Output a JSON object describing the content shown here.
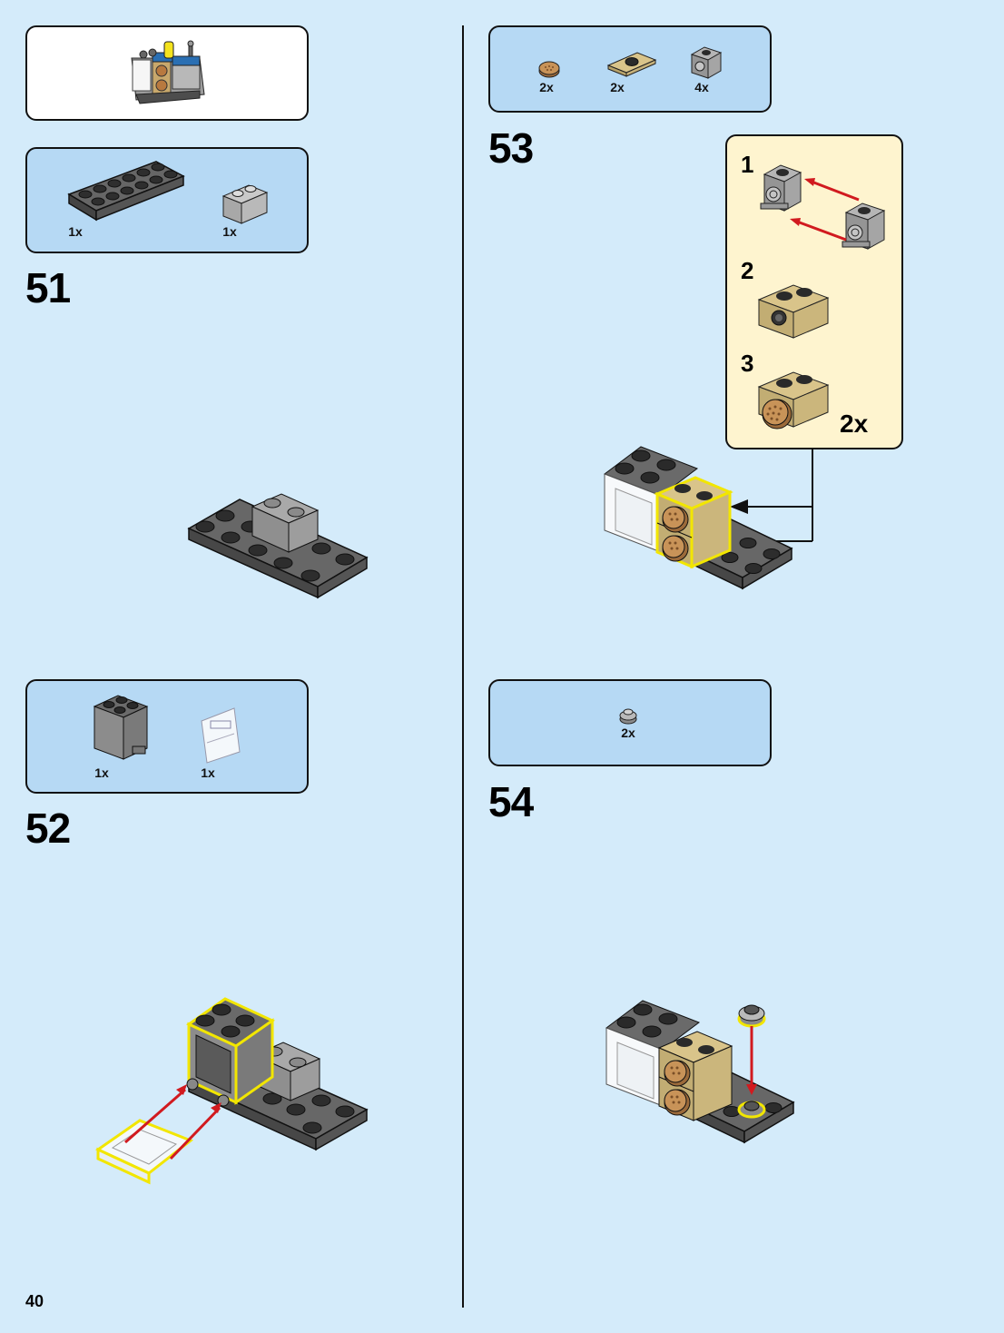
{
  "page": {
    "number": "40"
  },
  "steps": [
    {
      "number": "51",
      "parts": [
        {
          "qty": "1x",
          "icon": "plate-2x6-dark-gray"
        },
        {
          "qty": "1x",
          "icon": "brick-1x2-light-gray"
        }
      ]
    },
    {
      "number": "52",
      "parts": [
        {
          "qty": "1x",
          "icon": "container-2x2x2-dark-gray"
        },
        {
          "qty": "1x",
          "icon": "door-transparent"
        }
      ]
    },
    {
      "number": "53",
      "parts": [
        {
          "qty": "2x",
          "icon": "round-tile-tan"
        },
        {
          "qty": "2x",
          "icon": "jumper-plate-tan"
        },
        {
          "qty": "4x",
          "icon": "brick-with-stud-side-light-gray"
        }
      ]
    },
    {
      "number": "54",
      "parts": [
        {
          "qty": "2x",
          "icon": "round-plate-light-gray"
        }
      ]
    }
  ],
  "substeps": {
    "one": "1",
    "two": "2",
    "three": "3",
    "multiplier": "2x"
  },
  "colors": {
    "background": "#d4ebfa",
    "parts_box": "#b6d9f4",
    "subassembly_box": "#fef4cf",
    "arrow": "#d11a1f",
    "highlight": "#f2e600"
  }
}
